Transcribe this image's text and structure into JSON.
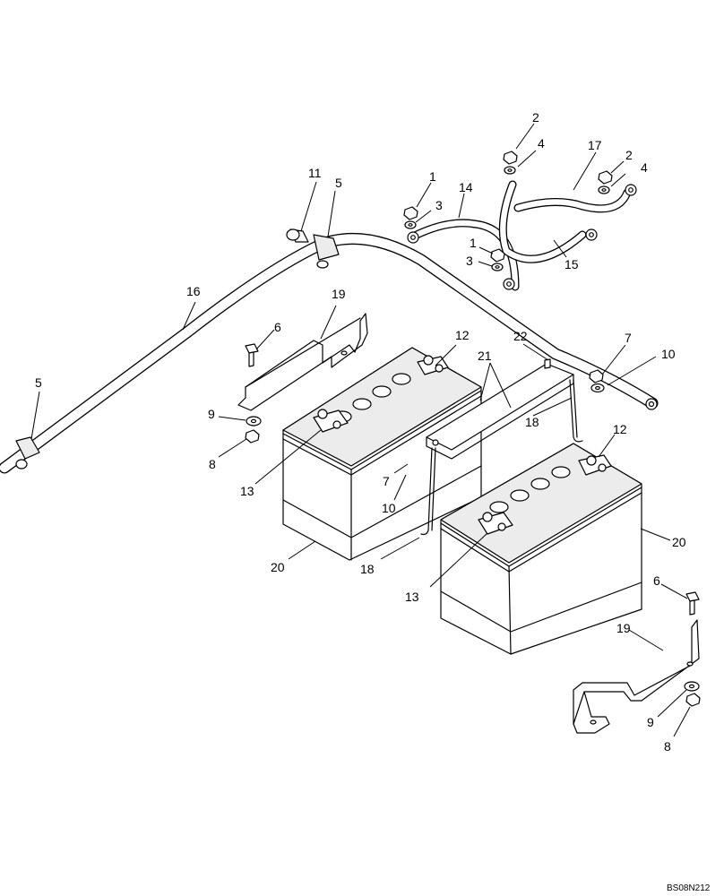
{
  "drawing_code": "BS08N212",
  "callouts": {
    "c1a": "1",
    "c1b": "1",
    "c2a": "2",
    "c2b": "2",
    "c3a": "3",
    "c3b": "3",
    "c4a": "4",
    "c4b": "4",
    "c5a": "5",
    "c5b": "5",
    "c6a": "6",
    "c6b": "6",
    "c7a": "7",
    "c7b": "7",
    "c8a": "8",
    "c8b": "8",
    "c9a": "9",
    "c9b": "9",
    "c10a": "10",
    "c10b": "10",
    "c11": "11",
    "c12a": "12",
    "c12b": "12",
    "c13a": "13",
    "c13b": "13",
    "c14": "14",
    "c15": "15",
    "c16": "16",
    "c17": "17",
    "c18a": "18",
    "c18b": "18",
    "c19a": "19",
    "c19b": "19",
    "c20a": "20",
    "c20b": "20",
    "c21": "21",
    "c22": "22"
  }
}
